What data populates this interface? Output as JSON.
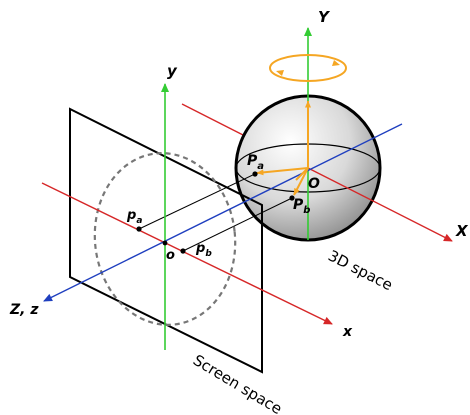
{
  "labels": {
    "Y": "Y",
    "y": "y",
    "X": "X",
    "x": "x",
    "Zz": "Z, z",
    "O": "O",
    "o": "o",
    "Pa": "P",
    "Pa_sub": "a",
    "Pb": "P",
    "Pb_sub": "b",
    "pa": "p",
    "pa_sub": "a",
    "pb": "p",
    "pb_sub": "b",
    "space3d": "3D space",
    "screen_space": "Screen space"
  },
  "colors": {
    "x_axis": "#d62728",
    "y_axis": "#33cc33",
    "z_axis": "#1f3fbf",
    "vector": "#f5a623",
    "screen": "#000000",
    "circle": "#777777"
  }
}
